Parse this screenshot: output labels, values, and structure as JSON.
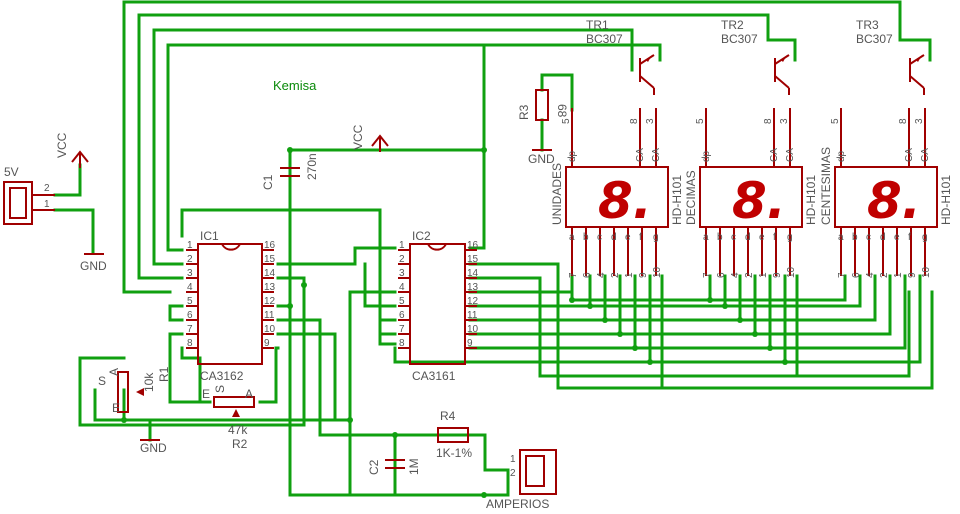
{
  "title": "Kemisa",
  "power": {
    "vcc": "VCC",
    "gnd": "GND"
  },
  "connector_5v": {
    "label": "5V",
    "pin1": "1",
    "pin2": "2"
  },
  "connector_amperios": {
    "label": "AMPERIOS",
    "pin1": "1",
    "pin2": "2"
  },
  "ic1": {
    "ref": "IC1",
    "part": "CA3162",
    "left_pins": [
      "1",
      "2",
      "3",
      "4",
      "5",
      "6",
      "7",
      "8"
    ],
    "right_pins": [
      "16",
      "15",
      "14",
      "13",
      "12",
      "11",
      "10",
      "9"
    ]
  },
  "ic2": {
    "ref": "IC2",
    "part": "CA3161",
    "left_pins": [
      "1",
      "2",
      "3",
      "4",
      "5",
      "6",
      "7",
      "8"
    ],
    "right_pins": [
      "16",
      "15",
      "14",
      "13",
      "12",
      "11",
      "10",
      "9"
    ]
  },
  "c1": {
    "ref": "C1",
    "value": "270n"
  },
  "c2": {
    "ref": "C2",
    "value": "1M"
  },
  "r1": {
    "ref": "R1",
    "value": "10k",
    "s": "S",
    "a": "A",
    "e": "E"
  },
  "r2": {
    "ref": "R2",
    "value": "47k",
    "s": "S",
    "a": "A",
    "e": "E"
  },
  "r3": {
    "ref": "R3",
    "value": "68"
  },
  "r4": {
    "ref": "R4",
    "value": "1K-1%"
  },
  "transistors": [
    {
      "ref": "TR1",
      "part": "BC307"
    },
    {
      "ref": "TR2",
      "part": "BC307"
    },
    {
      "ref": "TR3",
      "part": "BC307"
    }
  ],
  "displays": [
    {
      "part": "HD-H101",
      "name": "UNIDADES",
      "digit": "8.",
      "top_pins": [
        "5",
        "8",
        "3"
      ],
      "top_labels": [
        "dp",
        "CA",
        "CA"
      ],
      "seg_labels": [
        "a",
        "b",
        "c",
        "d",
        "e",
        "f",
        "g"
      ],
      "bottom_pins": [
        "7",
        "6",
        "4",
        "2",
        "1",
        "9",
        "10"
      ]
    },
    {
      "part": "HD-H101",
      "name": "DECIMAS",
      "digit": "8.",
      "top_pins": [
        "5",
        "8",
        "3"
      ],
      "top_labels": [
        "dp",
        "CA",
        "CA"
      ],
      "seg_labels": [
        "a",
        "b",
        "c",
        "d",
        "e",
        "f",
        "g"
      ],
      "bottom_pins": [
        "7",
        "6",
        "4",
        "2",
        "1",
        "9",
        "10"
      ]
    },
    {
      "part": "HD-H101",
      "name": "CENTESIMAS",
      "digit": "8.",
      "top_pins": [
        "5",
        "8",
        "3"
      ],
      "top_labels": [
        "dp",
        "CA",
        "CA"
      ],
      "seg_labels": [
        "a",
        "b",
        "c",
        "d",
        "e",
        "f",
        "g"
      ],
      "bottom_pins": [
        "7",
        "6",
        "4",
        "2",
        "1",
        "9",
        "10"
      ]
    }
  ]
}
